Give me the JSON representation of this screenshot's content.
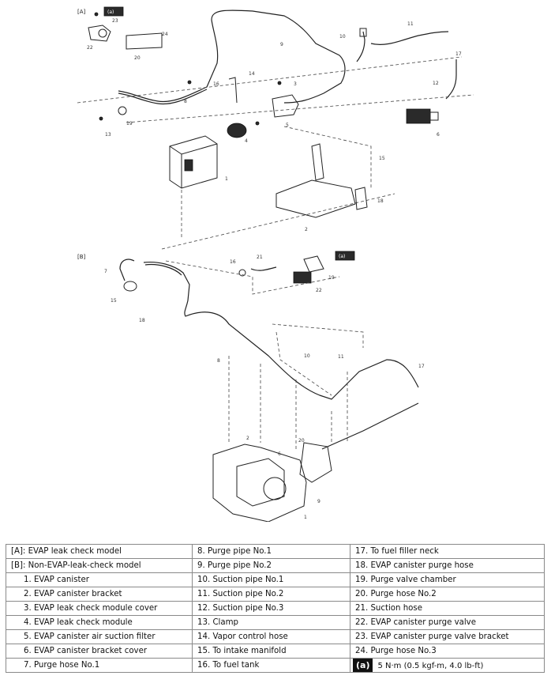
{
  "diagram": {
    "section_a": "[A]",
    "section_b": "[B]",
    "torque_ref": "(a)",
    "callouts": [
      "1",
      "2",
      "3",
      "4",
      "5",
      "6",
      "7",
      "8",
      "9",
      "10",
      "11",
      "12",
      "13",
      "14",
      "15",
      "16",
      "17",
      "18",
      "19",
      "20",
      "21",
      "22",
      "23",
      "24"
    ]
  },
  "legend": {
    "rows": [
      [
        "[A]: EVAP leak check model",
        "8. Purge pipe No.1",
        "17. To fuel filler neck"
      ],
      [
        "[B]: Non-EVAP-leak-check model",
        "9. Purge pipe No.2",
        "18. EVAP canister purge hose"
      ],
      [
        "1. EVAP canister",
        "10. Suction pipe No.1",
        "19. Purge valve chamber"
      ],
      [
        "2. EVAP canister bracket",
        "11. Suction pipe No.2",
        "20. Purge hose No.2"
      ],
      [
        "3. EVAP leak check module cover",
        "12. Suction pipe No.3",
        "21. Suction hose"
      ],
      [
        "4. EVAP leak check module",
        "13. Clamp",
        "22. EVAP canister purge valve"
      ],
      [
        "5. EVAP canister air suction filter",
        "14. Vapor control hose",
        "23. EVAP canister purge valve bracket"
      ],
      [
        "6. EVAP canister bracket cover",
        "15. To intake manifold",
        "24. Purge hose No.3"
      ],
      [
        "7. Purge hose No.1",
        "16. To fuel tank",
        ""
      ]
    ],
    "torque_badge": "(a)",
    "torque_value": "5 N·m (0.5 kgf-m, 4.0 lb-ft)"
  }
}
